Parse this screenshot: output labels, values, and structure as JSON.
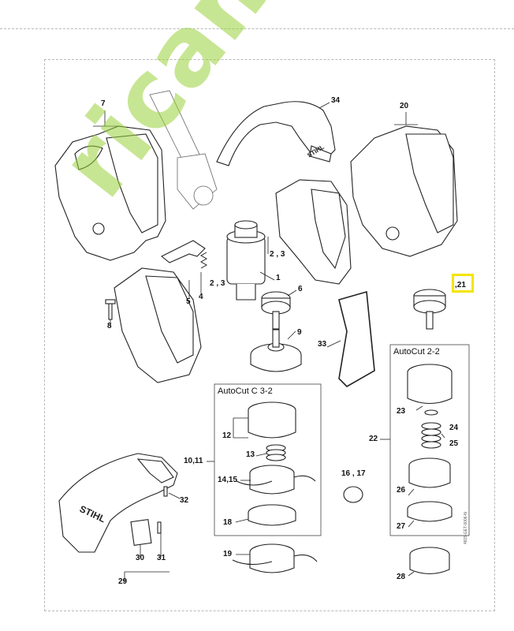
{
  "diagram": {
    "parts": [
      {
        "id": "p7",
        "label": "7"
      },
      {
        "id": "p34",
        "label": "34"
      },
      {
        "id": "p20",
        "label": "20"
      },
      {
        "id": "p23a",
        "label": "2 , 3"
      },
      {
        "id": "p1",
        "label": "1"
      },
      {
        "id": "p23b",
        "label": "2 , 3"
      },
      {
        "id": "p6",
        "label": "6"
      },
      {
        "id": "p5",
        "label": "5"
      },
      {
        "id": "p4",
        "label": "4"
      },
      {
        "id": "p8",
        "label": "8"
      },
      {
        "id": "p9",
        "label": "9"
      },
      {
        "id": "p33",
        "label": "33"
      },
      {
        "id": "p12",
        "label": "12"
      },
      {
        "id": "p13",
        "label": "13"
      },
      {
        "id": "p1011",
        "label": "10,11"
      },
      {
        "id": "p1415",
        "label": "14,15"
      },
      {
        "id": "p1617",
        "label": "16 , 17"
      },
      {
        "id": "p32",
        "label": "32"
      },
      {
        "id": "p18",
        "label": "18"
      },
      {
        "id": "p19",
        "label": "19"
      },
      {
        "id": "p30",
        "label": "30"
      },
      {
        "id": "p31",
        "label": "31"
      },
      {
        "id": "p29",
        "label": "29"
      },
      {
        "id": "p22",
        "label": "22"
      },
      {
        "id": "p23",
        "label": "23"
      },
      {
        "id": "p24",
        "label": "24"
      },
      {
        "id": "p25",
        "label": "25"
      },
      {
        "id": "p26",
        "label": "26"
      },
      {
        "id": "p27",
        "label": "27"
      },
      {
        "id": "p28",
        "label": "28"
      }
    ],
    "highlight_label": ",21",
    "box_autocut_c": "AutoCut C 3-2",
    "box_autocut": "AutoCut 2-2",
    "drawing_code": "4815-GET-0006-N",
    "brand_text": "STIHL",
    "watermark": "ricambi.com",
    "colors": {
      "highlight": "#f5e400",
      "watermark": "#9bd23c",
      "watermark_orange": "#f5a623"
    }
  }
}
